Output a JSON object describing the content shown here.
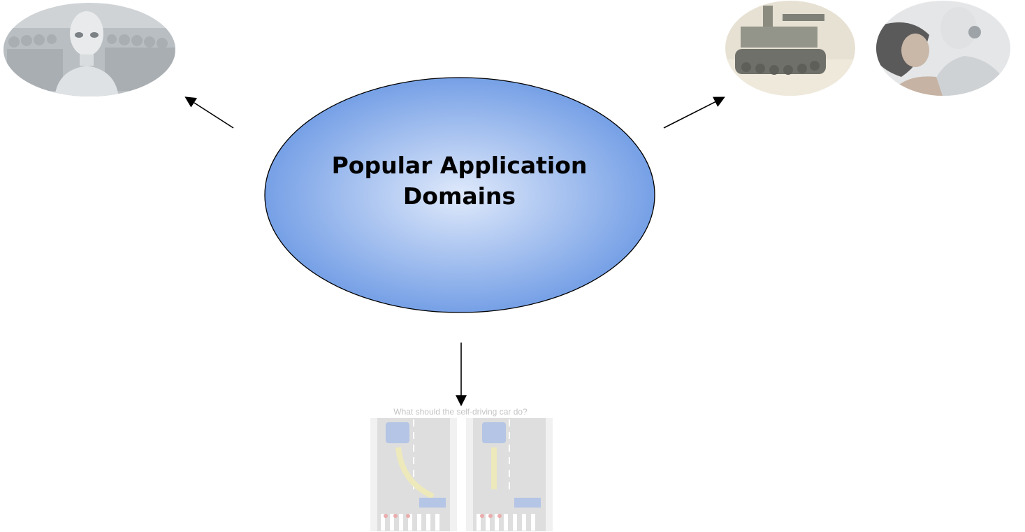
{
  "diagram": {
    "center_title_line1": "Popular Application",
    "center_title_line2": "Domains",
    "bottom_caption": "What should the self-driving car do?",
    "colors": {
      "ellipse_edge": "#7aa3e6",
      "ellipse_center": "#dde8fb",
      "arrow": "#000000"
    },
    "icons": [
      "humanoid-robot-army-image",
      "military-robot-image",
      "android-companion-image",
      "self-driving-dilemma-image"
    ]
  }
}
